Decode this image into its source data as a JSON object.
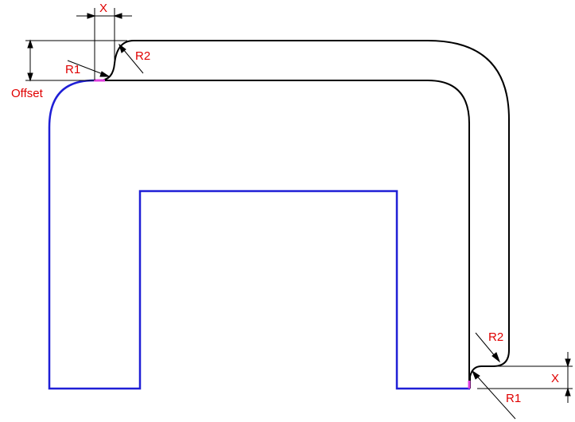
{
  "labels": {
    "x_top": "X",
    "r1_top": "R1",
    "r2_top": "R2",
    "offset": "Offset",
    "r2_bottom": "R2",
    "r1_bottom": "R1",
    "x_right": "X"
  },
  "colors": {
    "base_profile": "#1f1fd6",
    "offset_profile": "#000000",
    "label": "#e00000",
    "highlight": "#e040e0",
    "background": "#ffffff"
  }
}
